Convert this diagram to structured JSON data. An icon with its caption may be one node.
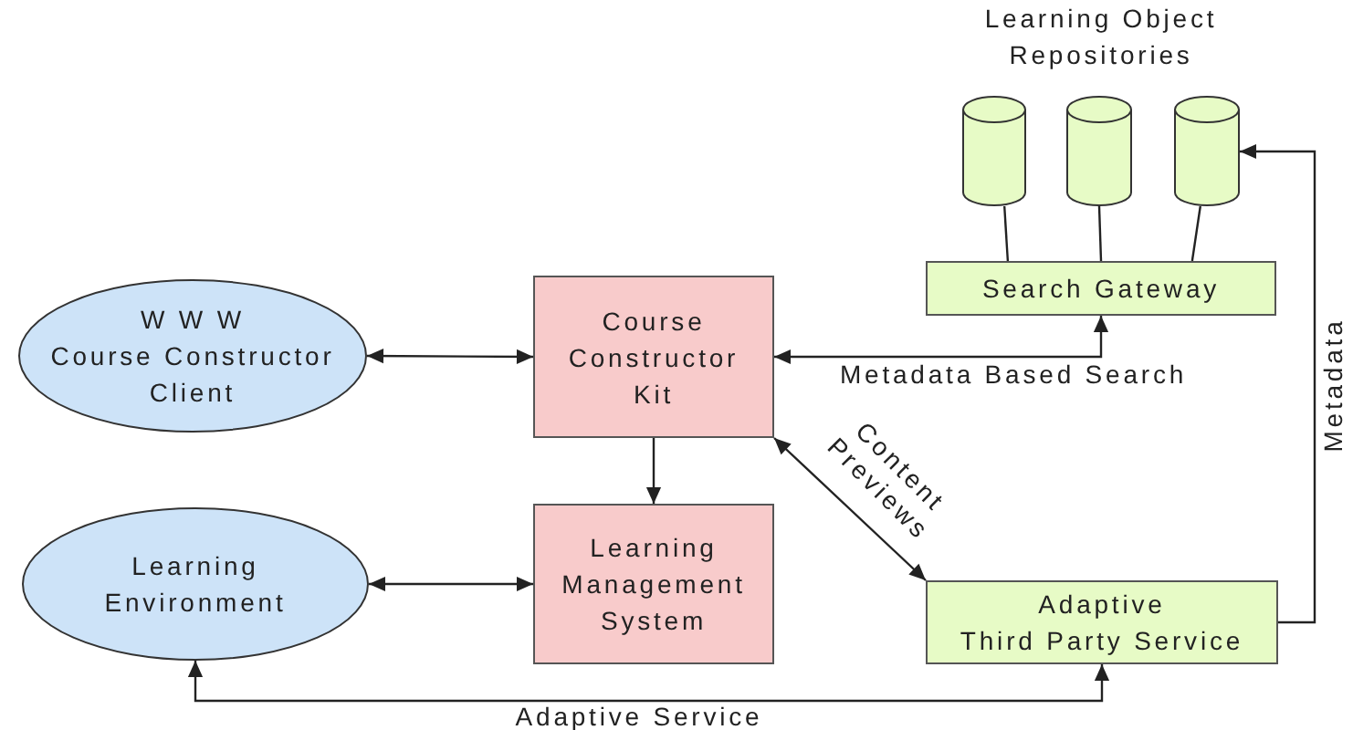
{
  "diagram": {
    "nodes": [
      {
        "text": [],
        "shape": "cylinder"
      },
      {
        "text": [],
        "shape": "cylinder"
      },
      {
        "text": [],
        "shape": "cylinder"
      },
      {
        "text": [
          "Search Gateway"
        ]
      },
      {
        "text": [
          "W W W Course Constructor Client"
        ]
      },
      {
        "text": [
          "Course Constructor Kit"
        ]
      },
      {
        "text": [
          "Learning Environment"
        ]
      },
      {
        "text": [
          "Learning Management System"
        ]
      },
      {
        "text": [
          "Adaptive Third Party Service"
        ]
      }
    ],
    "edges": [
      {
        "from": 4,
        "to": 5,
        "arrow": "both"
      },
      {
        "from": 5,
        "to": 7,
        "arrow": "to"
      },
      {
        "from": 6,
        "to": 7,
        "arrow": "both"
      },
      {
        "from": 5,
        "to": 3,
        "arrow": "both",
        "label": "Metadata Based Search"
      },
      {
        "from": 5,
        "to": 8,
        "arrow": "both",
        "label": "Content Previews"
      },
      {
        "from": 8,
        "to": 2,
        "arrow": "to",
        "label": "Metadata"
      },
      {
        "from": 8,
        "to": 6,
        "arrow": "both",
        "label": "Adaptive Service"
      },
      {
        "from": 0,
        "to": 3,
        "arrow": "none"
      },
      {
        "from": 1,
        "to": 3,
        "arrow": "none"
      },
      {
        "from": 2,
        "to": 3,
        "arrow": "none"
      }
    ],
    "labels": [
      "Learning Object Repositories"
    ]
  }
}
